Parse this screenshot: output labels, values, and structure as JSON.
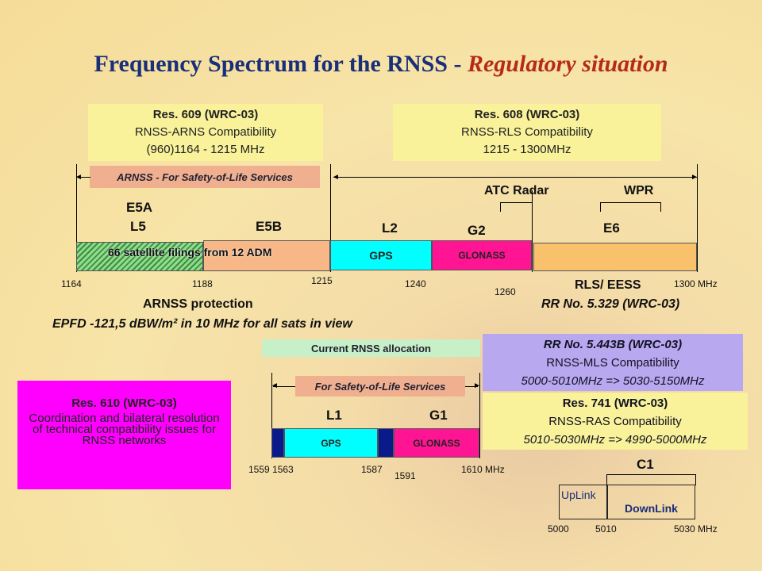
{
  "title": {
    "main": "Frequency Spectrum for the RNSS - ",
    "highlight": "Regulatory situation"
  },
  "res609": {
    "title": "Res. 609 (WRC-03)",
    "line1": "RNSS-ARNS Compatibility",
    "line2": "(960)1164 - 1215 MHz"
  },
  "res608": {
    "title": "Res. 608 (WRC-03)",
    "line1": "RNSS-RLS Compatibility",
    "line2": "1215 - 1300MHz"
  },
  "arnss_safety": "ARNSS - For Safety-of-Life Services",
  "upper_band": {
    "labels": {
      "e5a": "E5A",
      "l5": "L5",
      "e5b": "E5B",
      "l2": "L2",
      "g2": "G2",
      "e6": "E6",
      "atc_radar": "ATC Radar",
      "wpr": "WPR"
    },
    "filings": "66 satellite filings from 12 ADM",
    "gps": "GPS",
    "glonass": "GLONASS",
    "ticks": [
      "1164",
      "1188",
      "1215",
      "1240",
      "1260",
      "1300 MHz"
    ],
    "rls_eess": "RLS/ EESS",
    "rr5329": "RR No. 5.329 (WRC-03)",
    "arnss_protection": "ARNSS protection",
    "epfd": "EPFD -121,5 dBW/m² in 10 MHz for all sats in view"
  },
  "current_alloc": "Current RNSS allocation",
  "lower_band": {
    "safety": "For Safety-of-Life Services",
    "l1": "L1",
    "g1": "G1",
    "gps": "GPS",
    "glonass": "GLONASS",
    "ticks": [
      "1559 1563",
      "1587",
      "1591",
      "1610  MHz"
    ]
  },
  "res610": {
    "title": "Res. 610 (WRC-03)",
    "body": "Coordination and bilateral resolution of technical compatibility issues for RNSS networks"
  },
  "rr5443b": {
    "title": "RR No. 5.443B (WRC-03)",
    "line1": "RNSS-MLS Compatibility",
    "line2": "5000-5010MHz => 5030-5150MHz"
  },
  "res741": {
    "title": "Res. 741 (WRC-03)",
    "line1": "RNSS-RAS Compatibility",
    "line2": "5010-5030MHz => 4990-5000MHz"
  },
  "c_band": {
    "c1": "C1",
    "uplink": "UpLink",
    "downlink": "DownLink",
    "ticks": [
      "5000",
      "5010",
      "5030  MHz"
    ]
  },
  "colors": {
    "gps": "#00ffff",
    "glonass": "#ff1493",
    "magenta_box": "#ff00ff",
    "lavender_box": "#b8a8f0",
    "hatched": "#7fd07f",
    "e5b": "#f7b787",
    "e6": "#f9c16b",
    "navy": "#0a1a8a"
  }
}
